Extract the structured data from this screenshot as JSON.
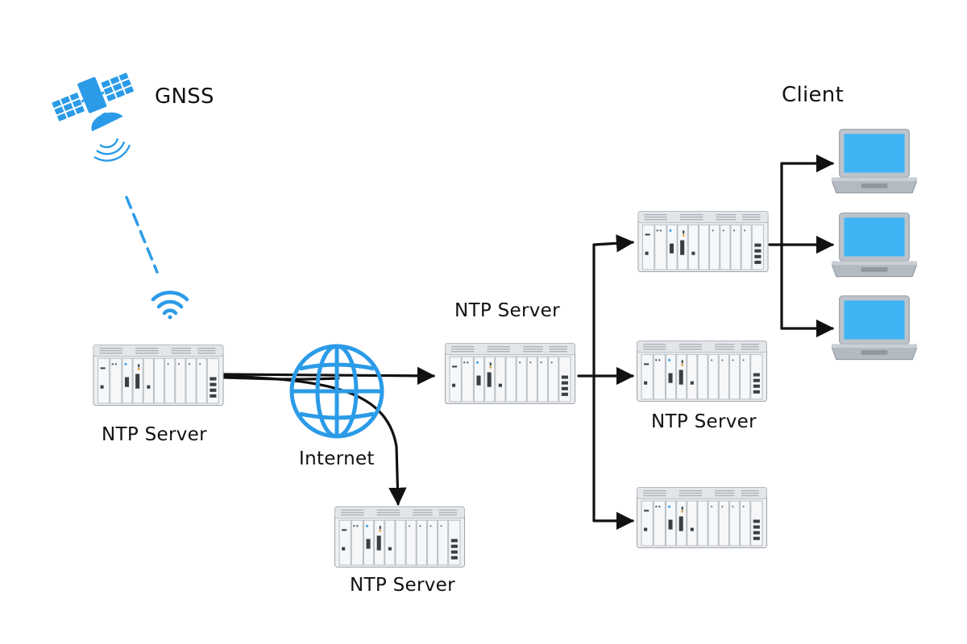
{
  "labels": {
    "gnss": "GNSS",
    "client": "Client",
    "internet": "Internet",
    "ntp_server_source": "NTP Server",
    "ntp_server_mid": "NTP Server",
    "ntp_server_bottom": "NTP Server",
    "ntp_server_right_mid": "NTP Server"
  },
  "colors": {
    "accent": "#2b9be8",
    "screen": "#3fb4f5",
    "line": "#111111",
    "chassis": "#eef0f2",
    "laptop_body": "#b8c0c8"
  },
  "nodes": [
    {
      "id": "gnss-satellite",
      "kind": "satellite-icon"
    },
    {
      "id": "ntp-server-source",
      "kind": "rack-server-icon"
    },
    {
      "id": "internet-globe",
      "kind": "globe-icon"
    },
    {
      "id": "ntp-server-mid",
      "kind": "rack-server-icon"
    },
    {
      "id": "ntp-server-bottom",
      "kind": "rack-server-icon"
    },
    {
      "id": "ntp-server-right-top",
      "kind": "rack-server-icon"
    },
    {
      "id": "ntp-server-right-mid",
      "kind": "rack-server-icon"
    },
    {
      "id": "ntp-server-right-bottom",
      "kind": "rack-server-icon"
    },
    {
      "id": "client-laptop-1",
      "kind": "laptop-icon"
    },
    {
      "id": "client-laptop-2",
      "kind": "laptop-icon"
    },
    {
      "id": "client-laptop-3",
      "kind": "laptop-icon"
    }
  ],
  "edges": [
    {
      "from": "gnss-satellite",
      "to": "ntp-server-source",
      "style": "dashed"
    },
    {
      "from": "ntp-server-source",
      "to": "ntp-server-mid",
      "style": "solid-arrow"
    },
    {
      "from": "ntp-server-source",
      "to": "ntp-server-bottom",
      "style": "solid-arrow"
    },
    {
      "from": "ntp-server-mid",
      "to": "ntp-server-right-top",
      "style": "solid-arrow"
    },
    {
      "from": "ntp-server-mid",
      "to": "ntp-server-right-mid",
      "style": "solid-arrow"
    },
    {
      "from": "ntp-server-mid",
      "to": "ntp-server-right-bottom",
      "style": "solid-arrow"
    },
    {
      "from": "ntp-server-right-top",
      "to": "client-laptop-1",
      "style": "solid-arrow"
    },
    {
      "from": "ntp-server-right-top",
      "to": "client-laptop-2",
      "style": "solid-arrow"
    },
    {
      "from": "ntp-server-right-top",
      "to": "client-laptop-3",
      "style": "solid-arrow"
    }
  ]
}
